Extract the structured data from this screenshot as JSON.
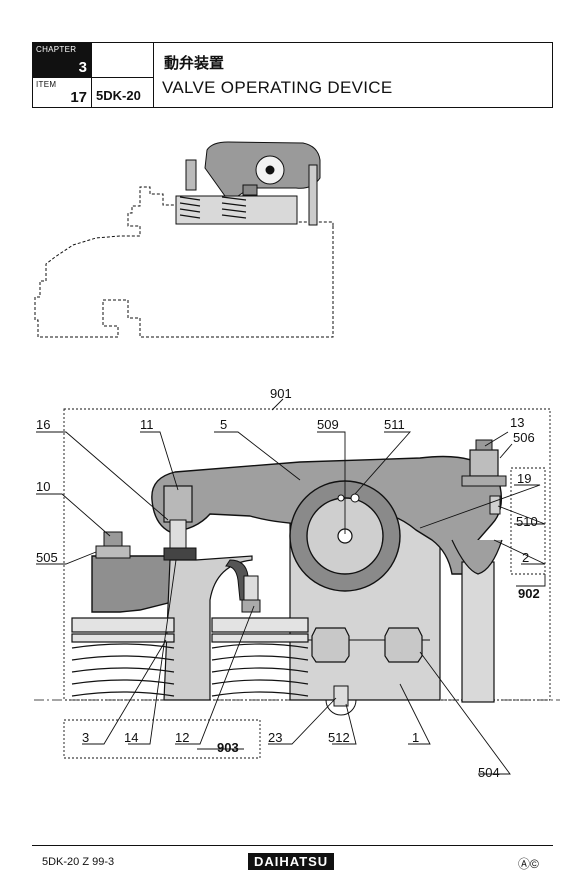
{
  "header": {
    "chapter_label": "CHAPTER",
    "chapter_number": "3",
    "item_label": "ITEM",
    "item_number": "17",
    "model": "5DK-20",
    "title_jp": "動弁装置",
    "title_en": "VALVE OPERATING DEVICE"
  },
  "callouts": {
    "c901": "901",
    "c16": "16",
    "c11": "11",
    "c5": "5",
    "c509": "509",
    "c511": "511",
    "c13": "13",
    "c506": "506",
    "c19": "19",
    "c510": "510",
    "c10": "10",
    "c505": "505",
    "c2": "2",
    "c902": "902",
    "c3": "3",
    "c14": "14",
    "c12": "12",
    "c903": "903",
    "c23": "23",
    "c512": "512",
    "c1": "1",
    "c504": "504"
  },
  "footer": {
    "doc_code": "5DK-20  Z  99-3",
    "brand": "DAIHATSU",
    "marks": "Ⓐ©"
  }
}
